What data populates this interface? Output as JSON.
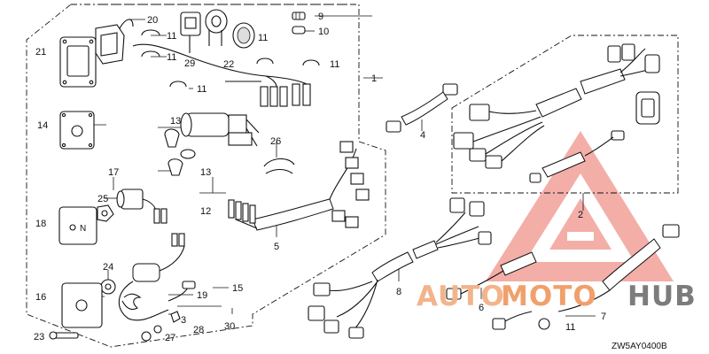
{
  "diagram": {
    "code": "ZW5AY0400B",
    "callouts": [
      "1",
      "2",
      "3",
      "4",
      "5",
      "6",
      "7",
      "8",
      "9",
      "10",
      "11",
      "12",
      "13",
      "14",
      "15",
      "16",
      "17",
      "18",
      "19",
      "20",
      "21",
      "22",
      "23",
      "24",
      "25",
      "26",
      "27",
      "28",
      "29",
      "30"
    ]
  },
  "watermark": {
    "brand_a": "AUTO",
    "brand_b": "MOTO",
    "brand_c": "HUB",
    "colors": {
      "auto": "#f2b48c",
      "moto": "#f0a06c",
      "hub": "#7c7c7c",
      "triangle": "#f2a09a"
    }
  }
}
